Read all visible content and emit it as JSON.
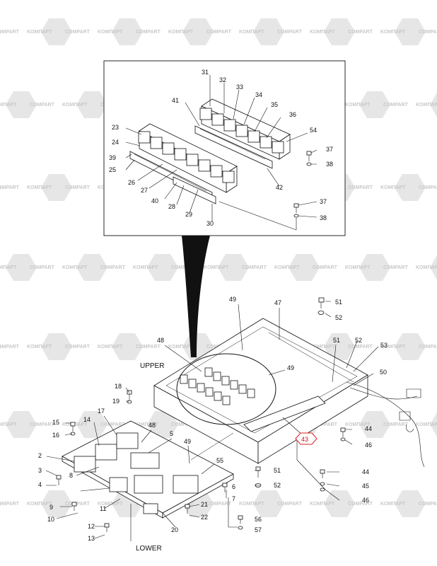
{
  "watermark": {
    "text_a": "KOMПAPT",
    "text_b": "COMPART"
  },
  "section_labels": {
    "upper": "UPPER",
    "lower": "LOWER"
  },
  "highlight_color": "#e02020",
  "callouts": [
    {
      "id": "c31",
      "text": "31"
    },
    {
      "id": "c32",
      "text": "32"
    },
    {
      "id": "c33",
      "text": "33"
    },
    {
      "id": "c34",
      "text": "34"
    },
    {
      "id": "c35",
      "text": "35"
    },
    {
      "id": "c36",
      "text": "36"
    },
    {
      "id": "c54",
      "text": "54"
    },
    {
      "id": "c37a",
      "text": "37"
    },
    {
      "id": "c38a",
      "text": "38"
    },
    {
      "id": "c41",
      "text": "41"
    },
    {
      "id": "c23",
      "text": "23"
    },
    {
      "id": "c24",
      "text": "24"
    },
    {
      "id": "c39",
      "text": "39"
    },
    {
      "id": "c25",
      "text": "25"
    },
    {
      "id": "c26",
      "text": "26"
    },
    {
      "id": "c27",
      "text": "27"
    },
    {
      "id": "c40",
      "text": "40"
    },
    {
      "id": "c28",
      "text": "28"
    },
    {
      "id": "c29",
      "text": "29"
    },
    {
      "id": "c30",
      "text": "30"
    },
    {
      "id": "c42",
      "text": "42"
    },
    {
      "id": "c37b",
      "text": "37"
    },
    {
      "id": "c38b",
      "text": "38"
    },
    {
      "id": "c49a",
      "text": "49"
    },
    {
      "id": "c47",
      "text": "47"
    },
    {
      "id": "c51a",
      "text": "51"
    },
    {
      "id": "c52a",
      "text": "52"
    },
    {
      "id": "c48a",
      "text": "48"
    },
    {
      "id": "c51b",
      "text": "51"
    },
    {
      "id": "c52b",
      "text": "52"
    },
    {
      "id": "c53",
      "text": "53"
    },
    {
      "id": "c49b",
      "text": "49"
    },
    {
      "id": "c50",
      "text": "50"
    },
    {
      "id": "c18",
      "text": "18"
    },
    {
      "id": "c19",
      "text": "19"
    },
    {
      "id": "c17",
      "text": "17"
    },
    {
      "id": "c14",
      "text": "14"
    },
    {
      "id": "c15",
      "text": "15"
    },
    {
      "id": "c16",
      "text": "16"
    },
    {
      "id": "c48b",
      "text": "48"
    },
    {
      "id": "c5",
      "text": "5"
    },
    {
      "id": "c49c",
      "text": "49"
    },
    {
      "id": "c44a",
      "text": "44"
    },
    {
      "id": "c46a",
      "text": "46"
    },
    {
      "id": "c2",
      "text": "2"
    },
    {
      "id": "c55",
      "text": "55"
    },
    {
      "id": "c3",
      "text": "3"
    },
    {
      "id": "c4",
      "text": "4"
    },
    {
      "id": "c8",
      "text": "8"
    },
    {
      "id": "c51c",
      "text": "51"
    },
    {
      "id": "c52c",
      "text": "52"
    },
    {
      "id": "c44b",
      "text": "44"
    },
    {
      "id": "c45",
      "text": "45"
    },
    {
      "id": "c46b",
      "text": "46"
    },
    {
      "id": "c6",
      "text": "6"
    },
    {
      "id": "c7",
      "text": "7"
    },
    {
      "id": "c9",
      "text": "9"
    },
    {
      "id": "c11",
      "text": "11"
    },
    {
      "id": "c10",
      "text": "10"
    },
    {
      "id": "c21",
      "text": "21"
    },
    {
      "id": "c22",
      "text": "22"
    },
    {
      "id": "c56",
      "text": "56"
    },
    {
      "id": "c20",
      "text": "20"
    },
    {
      "id": "c12",
      "text": "12"
    },
    {
      "id": "c13",
      "text": "13"
    },
    {
      "id": "c57",
      "text": "57"
    }
  ],
  "highlighted_part": {
    "text": "43"
  }
}
